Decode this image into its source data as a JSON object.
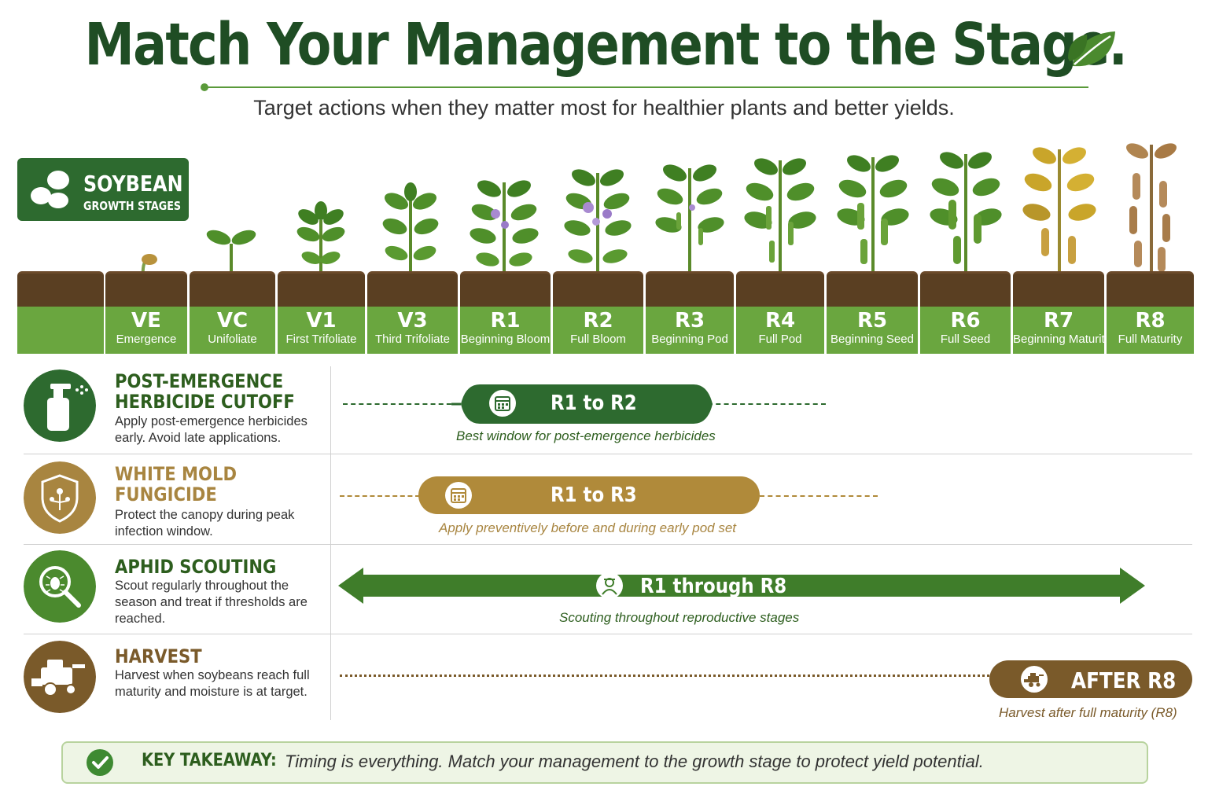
{
  "header": {
    "title": "Match Your Management to the Stage.",
    "subtitle": "Target actions when they matter most for healthier plants and better yields."
  },
  "badge": {
    "line1": "SOYBEAN",
    "line2": "GROWTH STAGES",
    "icon": "soybean-icon"
  },
  "stages": [
    {
      "code": "VE",
      "name": "Emergence"
    },
    {
      "code": "VC",
      "name": "Unifoliate"
    },
    {
      "code": "V1",
      "name": "First Trifoliate"
    },
    {
      "code": "V3",
      "name": "Third Trifoliate"
    },
    {
      "code": "R1",
      "name": "Beginning Bloom"
    },
    {
      "code": "R2",
      "name": "Full Bloom"
    },
    {
      "code": "R3",
      "name": "Beginning Pod"
    },
    {
      "code": "R4",
      "name": "Full Pod"
    },
    {
      "code": "R5",
      "name": "Beginning Seed"
    },
    {
      "code": "R6",
      "name": "Full Seed"
    },
    {
      "code": "R7",
      "name": "Beginning Maturity"
    },
    {
      "code": "R8",
      "name": "Full Maturity"
    }
  ],
  "rows": [
    {
      "title_line1": "POST-EMERGENCE",
      "title_line2": "HERBICIDE CUTOFF",
      "description": "Apply post-emergence herbicides early. Avoid late applications.",
      "window": "R1 to R2",
      "caption": "Best window for post-emergence herbicides",
      "color": "#2d6a2f",
      "icon": "sprayer-icon"
    },
    {
      "title_line1": "WHITE MOLD",
      "title_line2": "FUNGICIDE",
      "description": "Protect the canopy during peak infection window.",
      "window": "R1 to R3",
      "caption": "Apply preventively before and during early pod set",
      "color": "#b08a3a",
      "icon": "shield-icon"
    },
    {
      "title_line1": "APHID SCOUTING",
      "title_line2": "",
      "description": "Scout regularly throughout the season and treat if thresholds are reached.",
      "window": "R1 through R8",
      "caption": "Scouting throughout reproductive stages",
      "color": "#3f7d2a",
      "icon": "magnifier-bug-icon"
    },
    {
      "title_line1": "HARVEST",
      "title_line2": "",
      "description": "Harvest when soybeans reach full maturity and moisture is at target.",
      "window": "AFTER R8",
      "caption": "Harvest after full maturity (R8)",
      "color": "#7a5a2a",
      "icon": "combine-icon"
    }
  ],
  "takeaway": {
    "label": "KEY TAKEAWAY:",
    "text": "Timing is everything. Match your management to the growth stage to protect yield potential."
  }
}
